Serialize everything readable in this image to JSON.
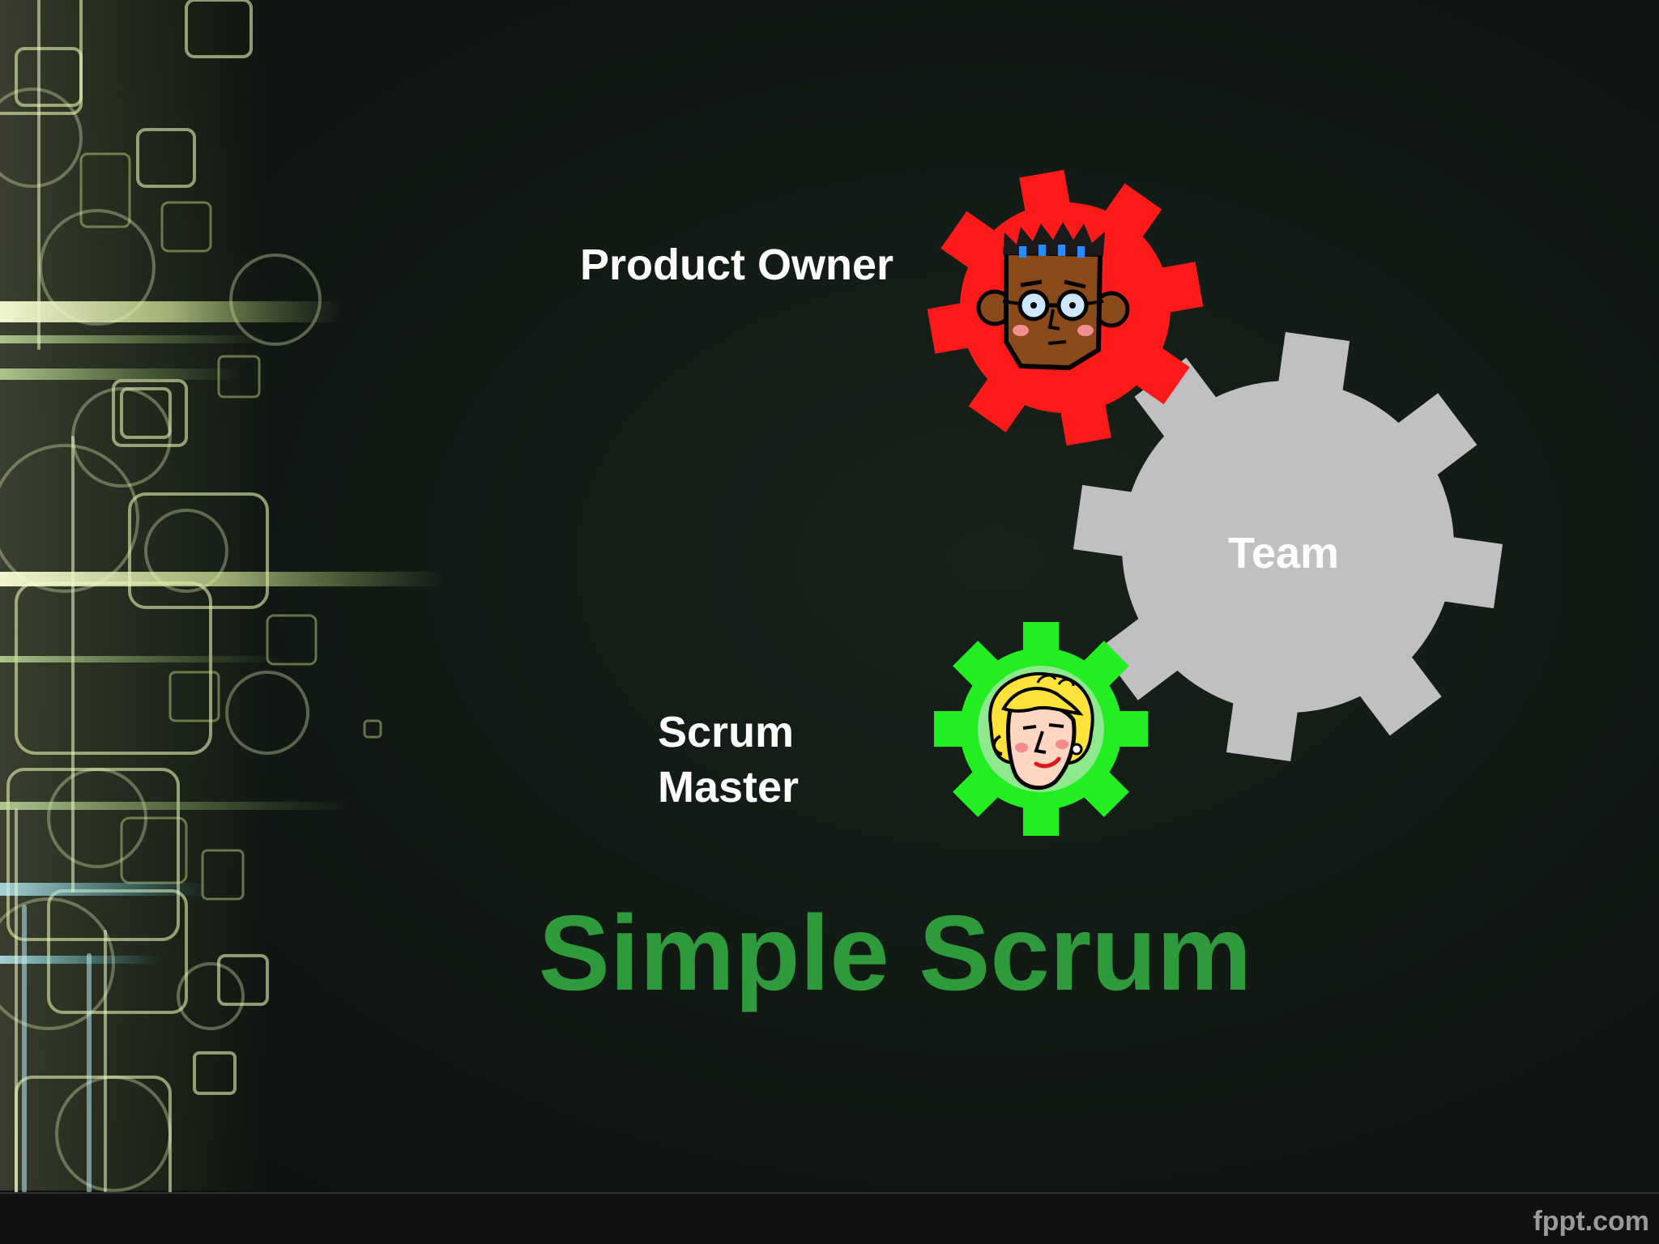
{
  "slide": {
    "title": "Simple Scrum",
    "watermark": "fppt.com"
  },
  "roles": {
    "product_owner": {
      "label": "Product Owner",
      "gear_color": "#ff1a1a"
    },
    "scrum_master": {
      "label": "Scrum Master",
      "gear_color": "#22ee22"
    },
    "team": {
      "label": "Team",
      "gear_color": "#c0c0c2"
    }
  },
  "colors": {
    "title": "#2e9a3c",
    "background": "#111a12"
  }
}
